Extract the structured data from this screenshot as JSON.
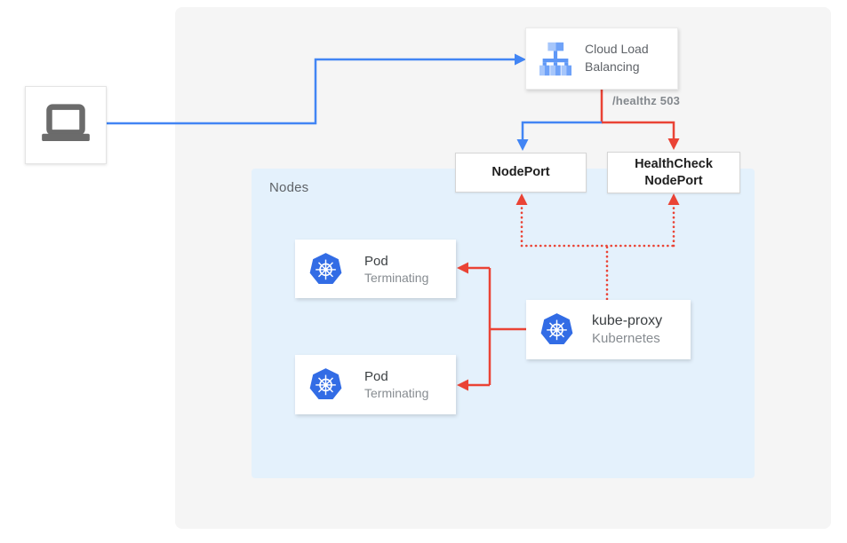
{
  "colors": {
    "traffic_blue": "#4285F4",
    "health_red": "#EA4335",
    "panel_bg": "#F5F5F5",
    "nodes_bg": "#E4F1FC",
    "kubernetes_blue": "#326CE5",
    "lb_icon_light": "#A6C6FB",
    "lb_icon_medium": "#6FA2F8",
    "laptop_gray": "#6B6B6B"
  },
  "client": {
    "icon": "laptop-icon"
  },
  "load_balancer": {
    "label": "Cloud Load Balancing",
    "icon": "cloud-load-balancing-icon"
  },
  "health_check_annotation": "/healthz 503",
  "node_port": {
    "label": "NodePort"
  },
  "health_check_node_port": {
    "label": "HealthCheck NodePort"
  },
  "nodes_group": {
    "label": "Nodes"
  },
  "pod_1": {
    "title": "Pod",
    "status": "Terminating",
    "icon": "kubernetes-icon"
  },
  "pod_2": {
    "title": "Pod",
    "status": "Terminating",
    "icon": "kubernetes-icon"
  },
  "kube_proxy": {
    "title": "kube-proxy",
    "subtitle": "Kubernetes",
    "icon": "kubernetes-icon"
  }
}
